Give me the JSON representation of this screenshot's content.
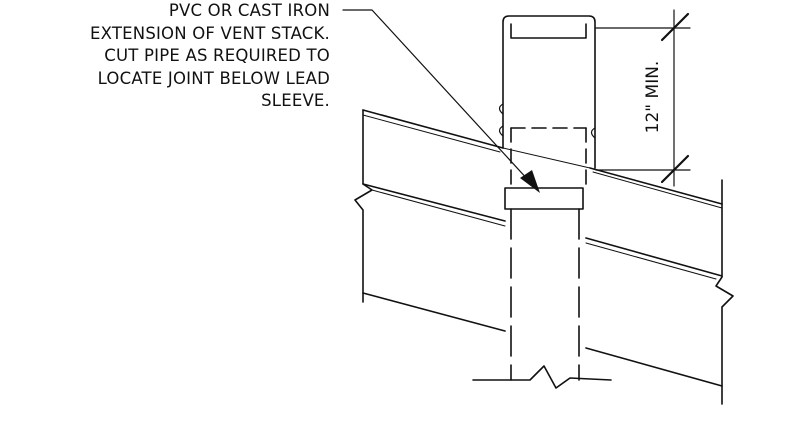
{
  "note": {
    "lines": [
      "PVC OR CAST IRON",
      "EXTENSION OF VENT STACK.",
      "CUT PIPE AS REQUIRED TO",
      "LOCATE JOINT BELOW LEAD",
      "SLEEVE."
    ]
  },
  "dimension": {
    "label": "12\" MIN."
  },
  "colors": {
    "ink": "#111111",
    "background": "#ffffff"
  }
}
